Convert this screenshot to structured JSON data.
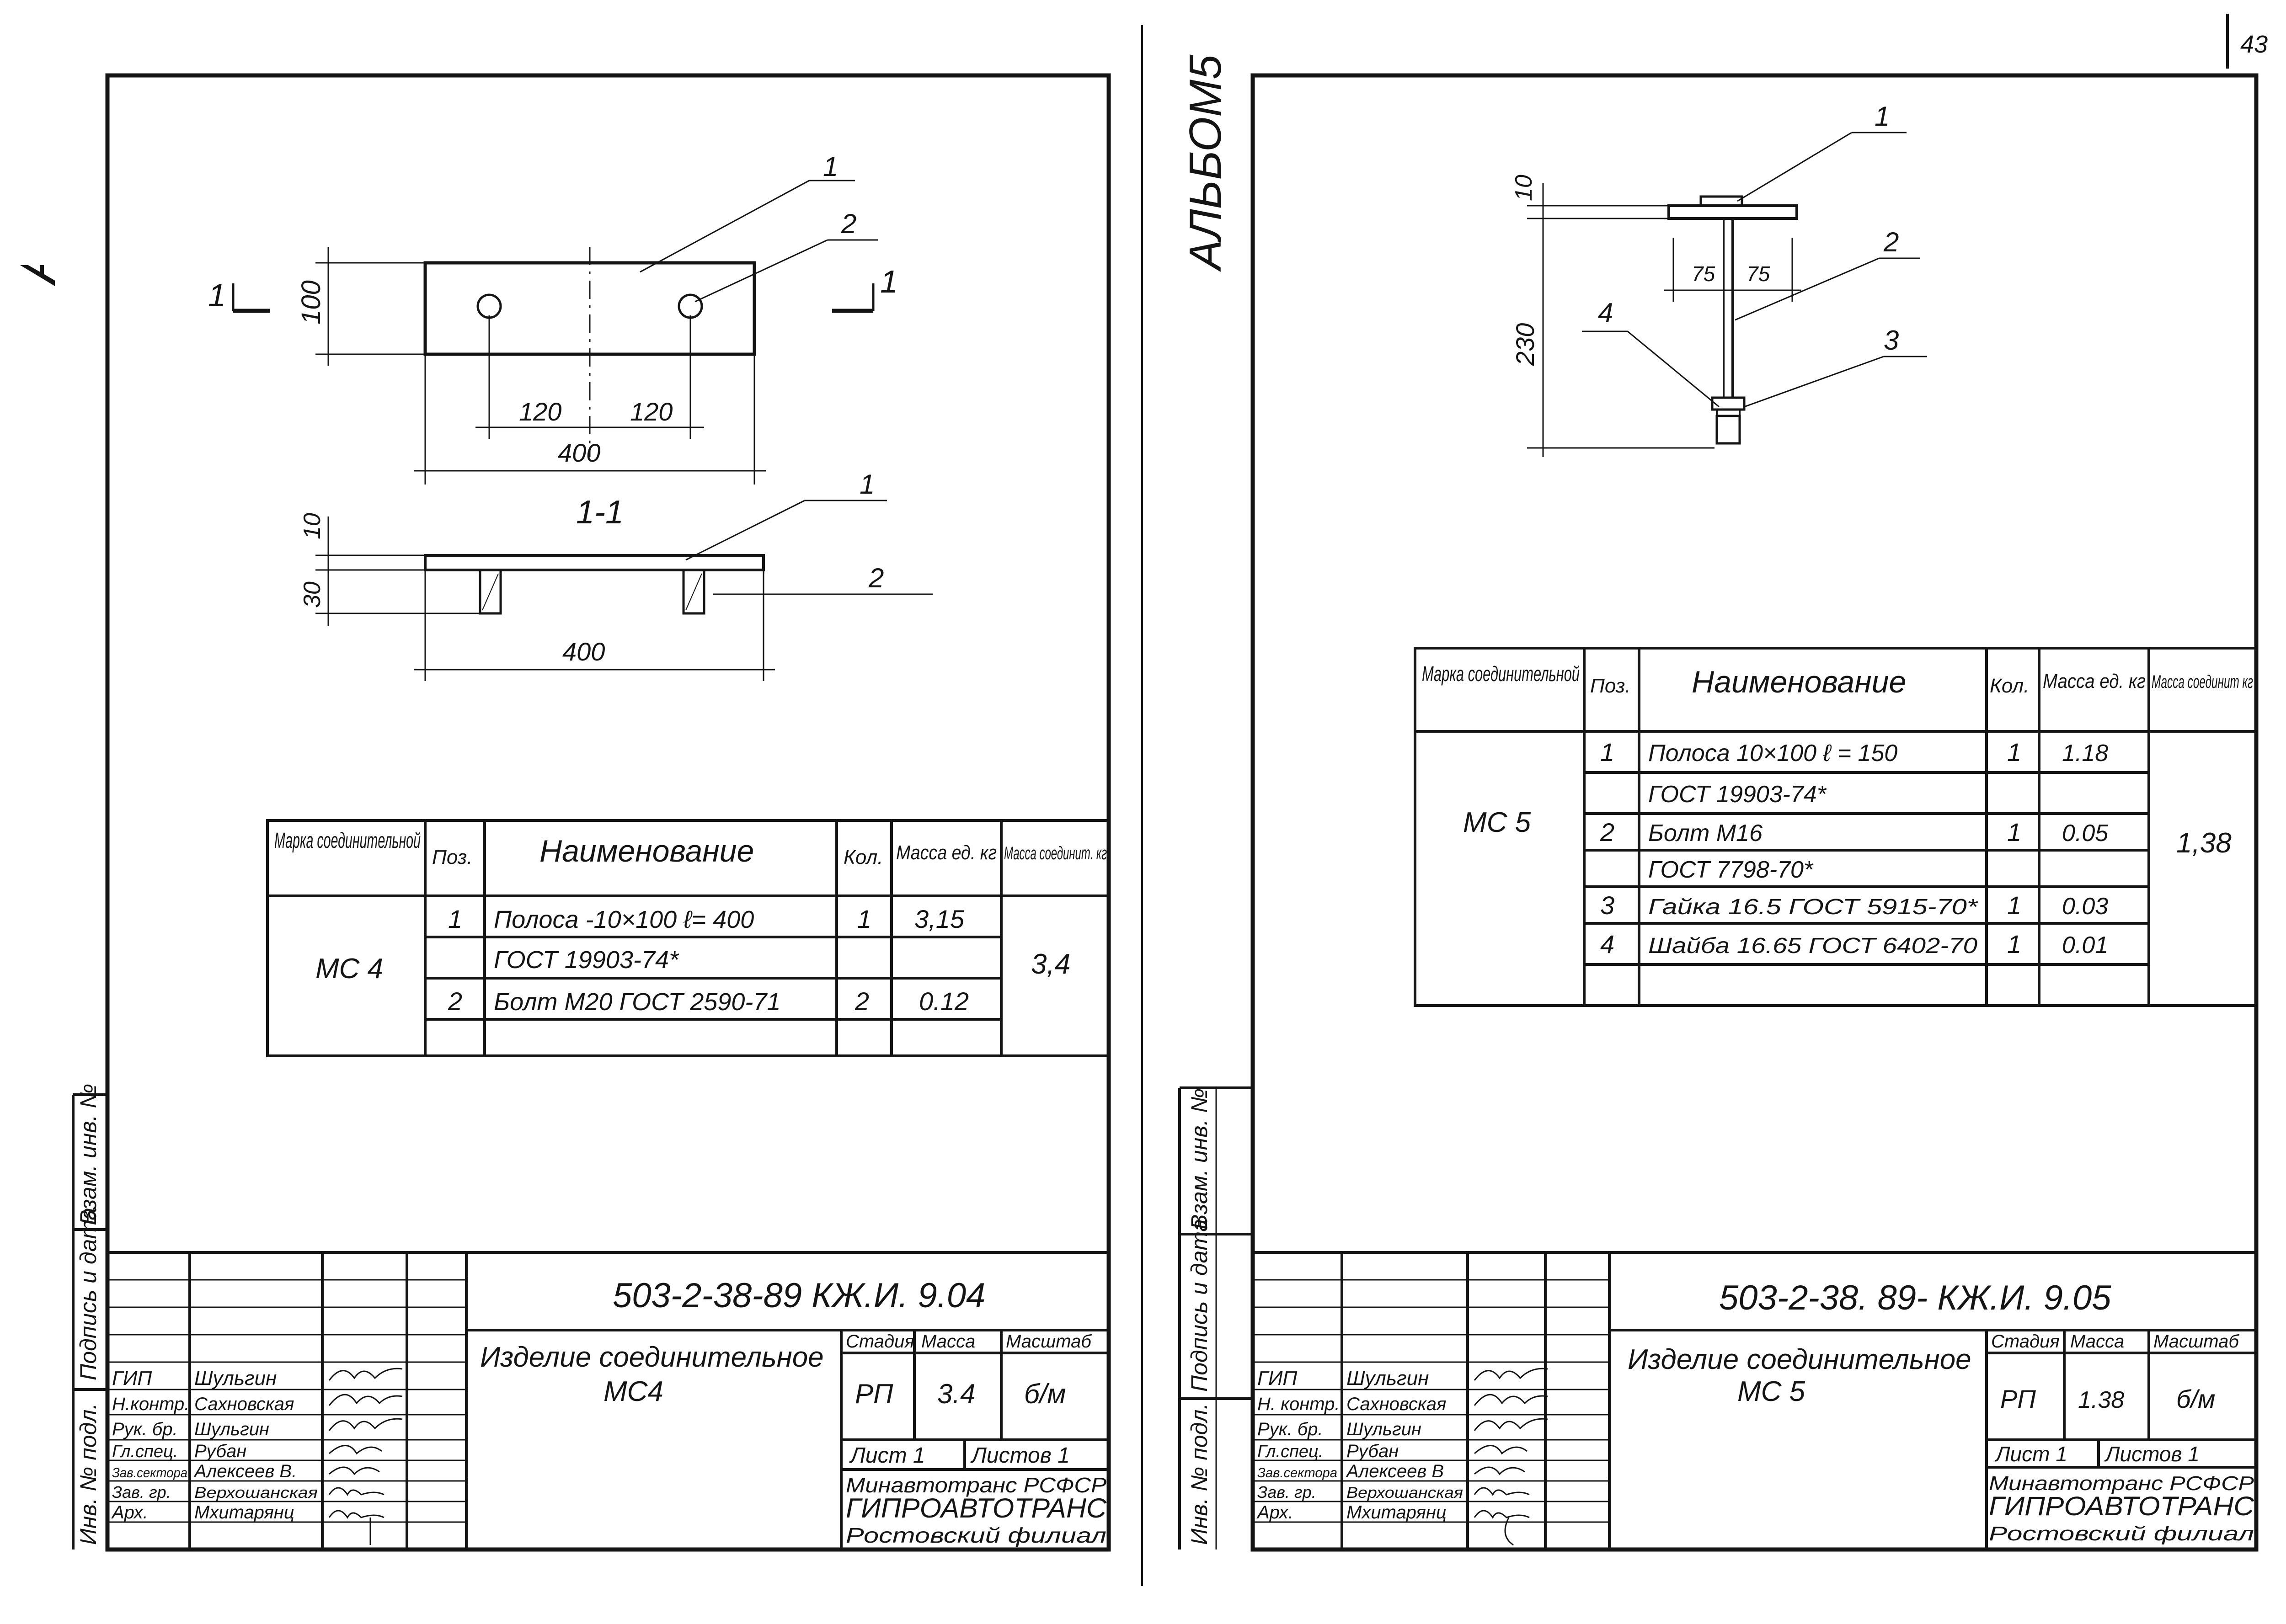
{
  "page_number": "43",
  "album_label": "АЛЬБОМ5",
  "left_sheet": {
    "drawing": {
      "pos1": "1",
      "pos2": "2",
      "section_mark": "1",
      "dim_100": "100",
      "dim_120a": "120",
      "dim_120b": "120",
      "dim_400_top": "400",
      "section_title": "1-1",
      "dim_10": "10",
      "dim_30": "30",
      "dim_400_bottom": "400"
    },
    "spec_table": {
      "headers": [
        "Марка соединительной",
        "Поз.",
        "Наименование",
        "Кол.",
        "Масса ед. кг",
        "Масса соединит. кг"
      ],
      "mark": "МС 4",
      "total_mass": "3,4",
      "rows": [
        {
          "pos": "1",
          "name": "Полоса -10×100  ℓ= 400",
          "qty": "1",
          "mass": "3,15"
        },
        {
          "pos": "",
          "name": "ГОСТ 19903-74*",
          "qty": "",
          "mass": ""
        },
        {
          "pos": "2",
          "name": "Болт  М20 ГОСТ 2590-71",
          "qty": "2",
          "mass": "0.12"
        },
        {
          "pos": "",
          "name": "",
          "qty": "",
          "mass": ""
        }
      ]
    },
    "title_block": {
      "doc_code": "503-2-38-89  КЖ.И.  9.04",
      "item_name_1": "Изделие соединительное",
      "item_name_2": "МС4",
      "stage_header": "Стадия",
      "mass_header": "Масса",
      "scale_header": "Масштаб",
      "stage": "РП",
      "mass": "3.4",
      "scale": "б/м",
      "sheet": "Лист 1",
      "sheets": "Листов 1",
      "org_1": "Минавтотранс РСФСР",
      "org_2": "ГИПРОАВТОТРАНС",
      "org_3": "Ростовский филиал",
      "staff": [
        {
          "role": "ГИП",
          "name": "Шульгин"
        },
        {
          "role": "Н.контр.",
          "name": "Сахновская"
        },
        {
          "role": "Рук. бр.",
          "name": "Шульгин"
        },
        {
          "role": "Гл.спец.",
          "name": "Рубан"
        },
        {
          "role": "Зав.сектора",
          "name": "Алексеев В."
        },
        {
          "role": "Зав. гр.",
          "name": "Верхошанская"
        },
        {
          "role": "Арх.",
          "name": "Мхитарянц"
        }
      ]
    },
    "side_stamp": [
      "Инв. № подл.",
      "Подпись и дата",
      "Взам. инв. №"
    ]
  },
  "right_sheet": {
    "drawing": {
      "pos1": "1",
      "pos2": "2",
      "pos3": "3",
      "pos4": "4",
      "dim_10": "10",
      "dim_75a": "75",
      "dim_75b": "75",
      "dim_230": "230"
    },
    "spec_table": {
      "headers": [
        "Марка соединительной",
        "Поз.",
        "Наименование",
        "Кол.",
        "Масса ед. кг",
        "Масса соединит кг"
      ],
      "mark": "МС 5",
      "total_mass": "1,38",
      "rows": [
        {
          "pos": "1",
          "name": "Полоса 10×100   ℓ = 150",
          "qty": "1",
          "mass": "1.18"
        },
        {
          "pos": "",
          "name": "ГОСТ 19903-74*",
          "qty": "",
          "mass": ""
        },
        {
          "pos": "2",
          "name": "Болт  М16",
          "qty": "1",
          "mass": "0.05"
        },
        {
          "pos": "",
          "name": "ГОСТ  7798-70*",
          "qty": "",
          "mass": ""
        },
        {
          "pos": "3",
          "name": "Гайка 16.5 ГОСТ 5915-70*",
          "qty": "1",
          "mass": "0.03"
        },
        {
          "pos": "4",
          "name": "Шайба 16.65 ГОСТ 6402-70",
          "qty": "1",
          "mass": "0.01"
        },
        {
          "pos": "",
          "name": "",
          "qty": "",
          "mass": ""
        }
      ]
    },
    "title_block": {
      "doc_code": "503-2-38. 89- КЖ.И.  9.05",
      "item_name_1": "Изделие соединительное",
      "item_name_2": "МС 5",
      "stage_header": "Стадия",
      "mass_header": "Масса",
      "scale_header": "Масштаб",
      "stage": "РП",
      "mass": "1.38",
      "scale": "б/м",
      "sheet": "Лист 1",
      "sheets": "Листов 1",
      "org_1": "Минавтотранс РСФСР",
      "org_2": "ГИПРОАВТОТРАНС",
      "org_3": "Ростовский филиал",
      "staff": [
        {
          "role": "ГИП",
          "name": "Шульгин"
        },
        {
          "role": "Н. контр.",
          "name": "Сахновская"
        },
        {
          "role": "Рук. бр.",
          "name": "Шульгин"
        },
        {
          "role": "Гл.спец.",
          "name": "Рубан"
        },
        {
          "role": "Зав.сектора",
          "name": "Алексеев В"
        },
        {
          "role": "Зав. гр.",
          "name": "Верхошанская"
        },
        {
          "role": "Арх.",
          "name": "Мхитарянц"
        }
      ]
    },
    "side_stamp": [
      "Инв. № подл.",
      "Подпись и дата",
      "Взам. инв. №"
    ]
  }
}
